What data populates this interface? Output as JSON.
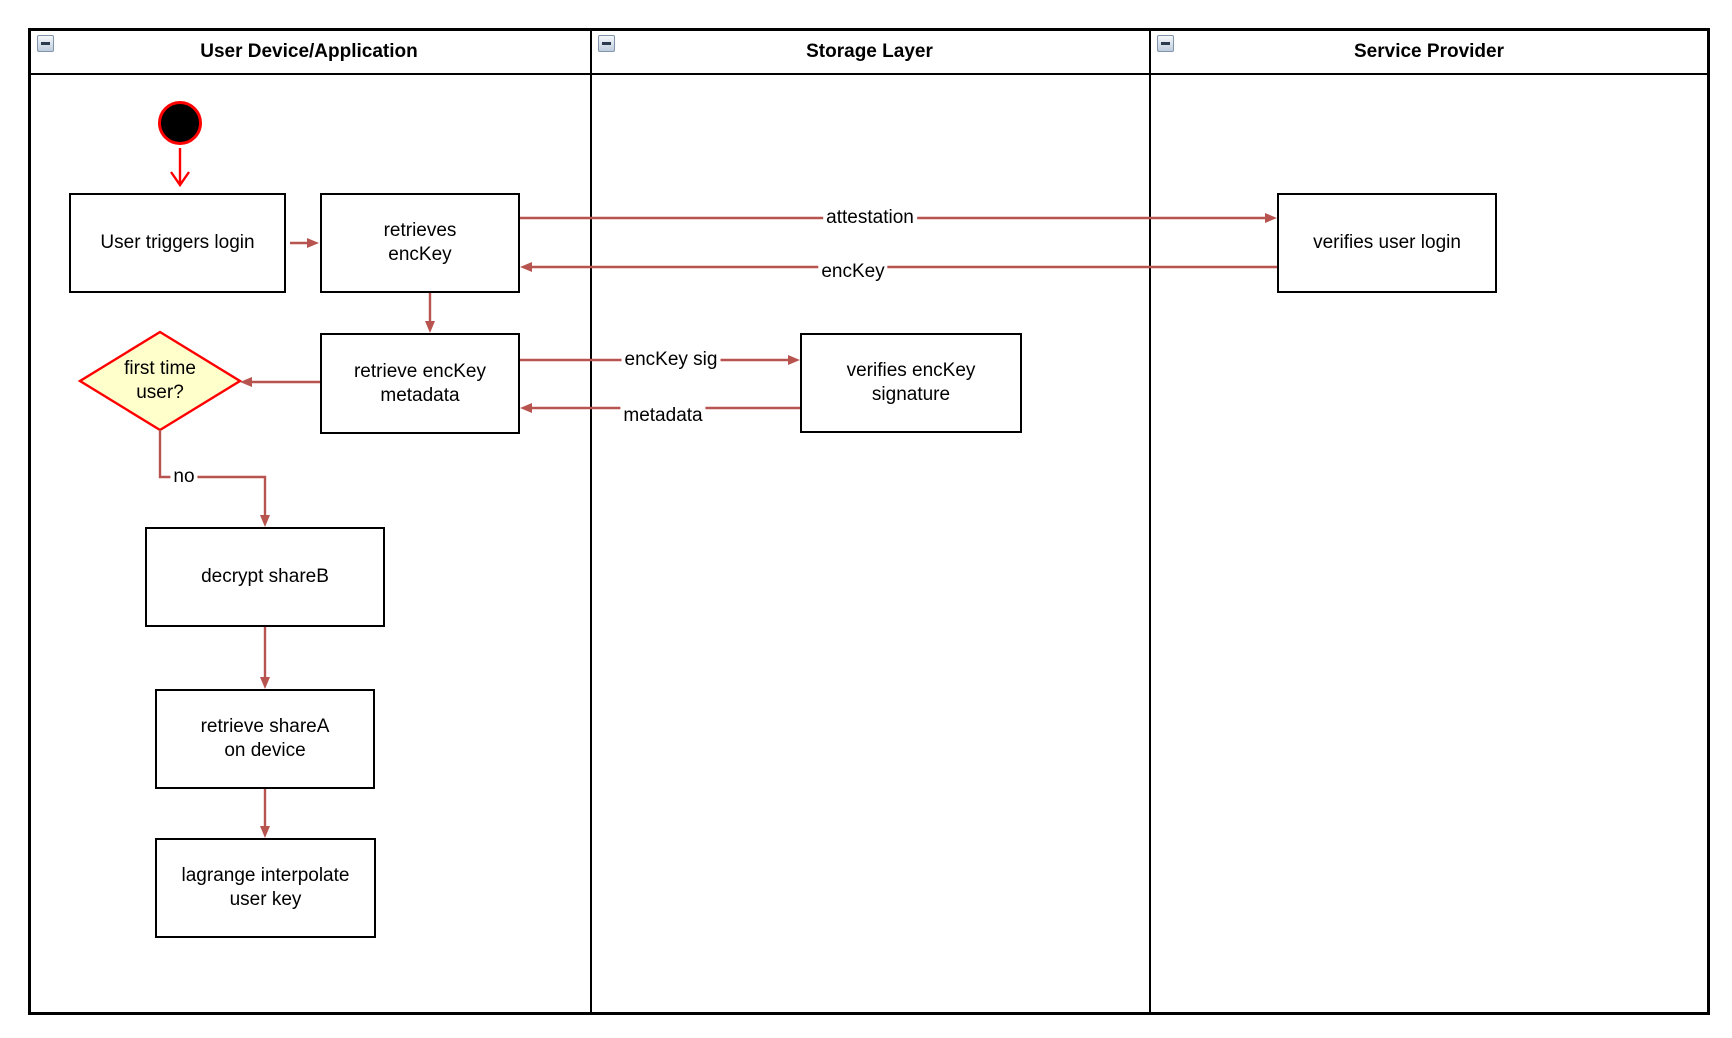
{
  "lanes": [
    {
      "title": "User Device/Application"
    },
    {
      "title": "Storage Layer"
    },
    {
      "title": "Service Provider"
    }
  ],
  "nodes": {
    "login": "User triggers login",
    "retrieves_enckey": "retrieves\nencKey",
    "retrieve_metadata": "retrieve encKey\nmetadata",
    "first_time_user": "first time\nuser?",
    "decrypt_shareb": "decrypt shareB",
    "retrieve_sharea": "retrieve shareA\non device",
    "lagrange": "lagrange interpolate\nuser key",
    "verify_signature": "verifies encKey\nsignature",
    "verify_login": "verifies user login"
  },
  "edge_labels": {
    "attestation": "attestation",
    "enckey": "encKey",
    "enckey_sig": "encKey sig",
    "metadata": "metadata",
    "no": "no"
  },
  "colors": {
    "flow_arrow": "#B85450",
    "accent_red": "#FF0000",
    "decision_fill": "#FFFFCC",
    "node_border": "#000000"
  }
}
